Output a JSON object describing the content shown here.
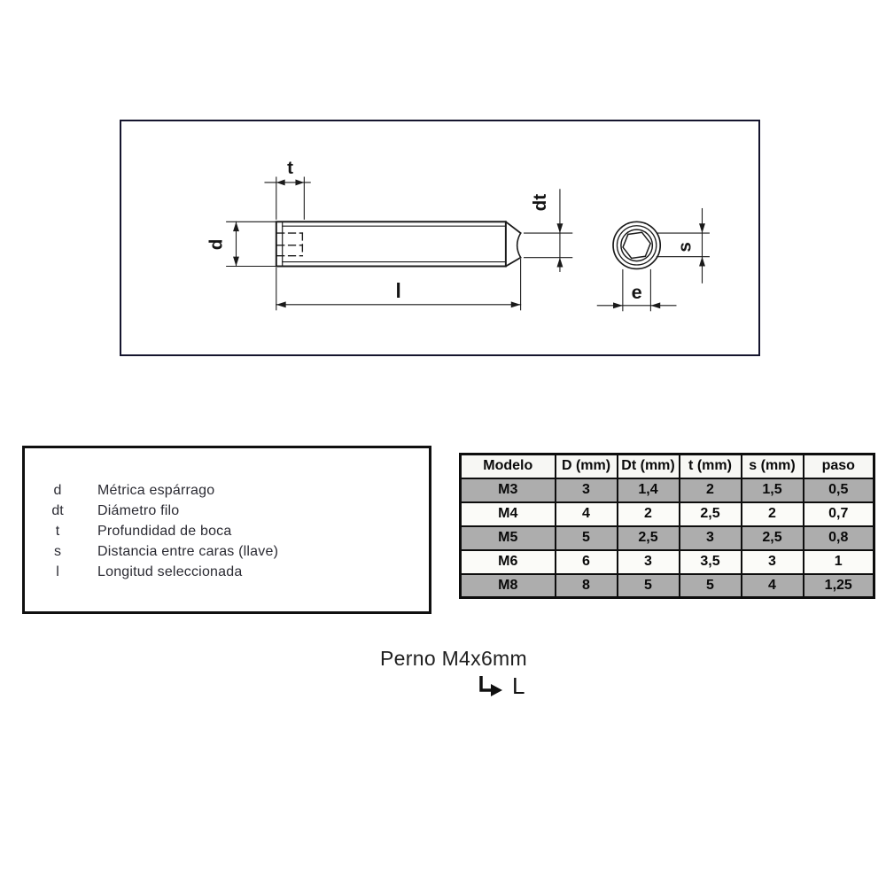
{
  "drawing": {
    "dim_labels": {
      "t": "t",
      "d": "d",
      "l": "l",
      "dt": "dt",
      "s": "s",
      "e": "e"
    }
  },
  "legend": {
    "items": [
      {
        "symbol": "d",
        "text": "Métrica espárrago"
      },
      {
        "symbol": "dt",
        "text": "Diámetro filo"
      },
      {
        "symbol": "t",
        "text": "Profundidad de boca"
      },
      {
        "symbol": "s",
        "text": "Distancia entre caras (llave)"
      },
      {
        "symbol": "l",
        "text": "Longitud seleccionada"
      }
    ]
  },
  "table": {
    "headers": [
      "Modelo",
      "D (mm)",
      "Dt (mm)",
      "t (mm)",
      "s (mm)",
      "paso"
    ],
    "rows": [
      [
        "M3",
        "3",
        "1,4",
        "2",
        "1,5",
        "0,5"
      ],
      [
        "M4",
        "4",
        "2",
        "2,5",
        "2",
        "0,7"
      ],
      [
        "M5",
        "5",
        "2,5",
        "3",
        "2,5",
        "0,8"
      ],
      [
        "M6",
        "6",
        "3",
        "3,5",
        "3",
        "1"
      ],
      [
        "M8",
        "8",
        "5",
        "5",
        "4",
        "1,25"
      ]
    ]
  },
  "caption": {
    "title": "Perno M4x6mm",
    "arrow_label": "L"
  },
  "colors": {
    "panel_border": "#15152e",
    "line": "#1a1a1a",
    "row_shaded": "#adadad",
    "row_light": "#fbfbf8",
    "header_bg": "#f7f7f4"
  }
}
